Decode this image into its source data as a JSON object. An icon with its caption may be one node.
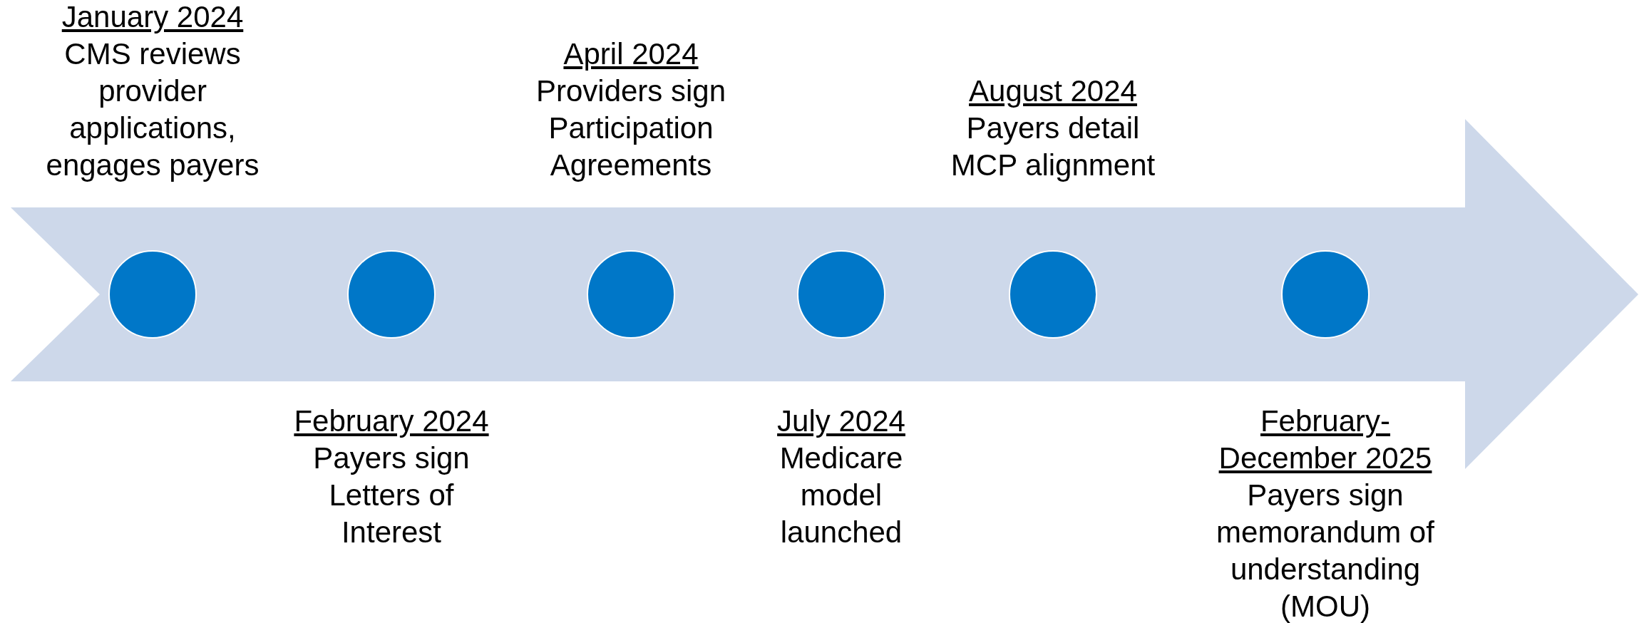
{
  "diagram": {
    "nodes": [
      {
        "text": [],
        "shape": "arrow"
      },
      {
        "text": [],
        "shape": "circle",
        "in": 0,
        "beside": [
          "January 2024",
          "CMS reviews provider applications, engages payers"
        ]
      },
      {
        "text": [],
        "shape": "circle",
        "in": 0,
        "beside": [
          "February 2024",
          "Payers sign Letters of Interest"
        ]
      },
      {
        "text": [],
        "shape": "circle",
        "in": 0,
        "beside": [
          "April 2024",
          "Providers sign Participation Agreements"
        ]
      },
      {
        "text": [],
        "shape": "circle",
        "in": 0,
        "beside": [
          "July 2024",
          "Medicare model launched"
        ]
      },
      {
        "text": [],
        "shape": "circle",
        "in": 0,
        "beside": [
          "August 2024",
          "Payers detail MCP alignment"
        ]
      },
      {
        "text": [],
        "shape": "circle",
        "in": 0,
        "beside": [
          "February-December 2025",
          "Payers sign memorandum of understanding (MOU)"
        ]
      }
    ]
  }
}
